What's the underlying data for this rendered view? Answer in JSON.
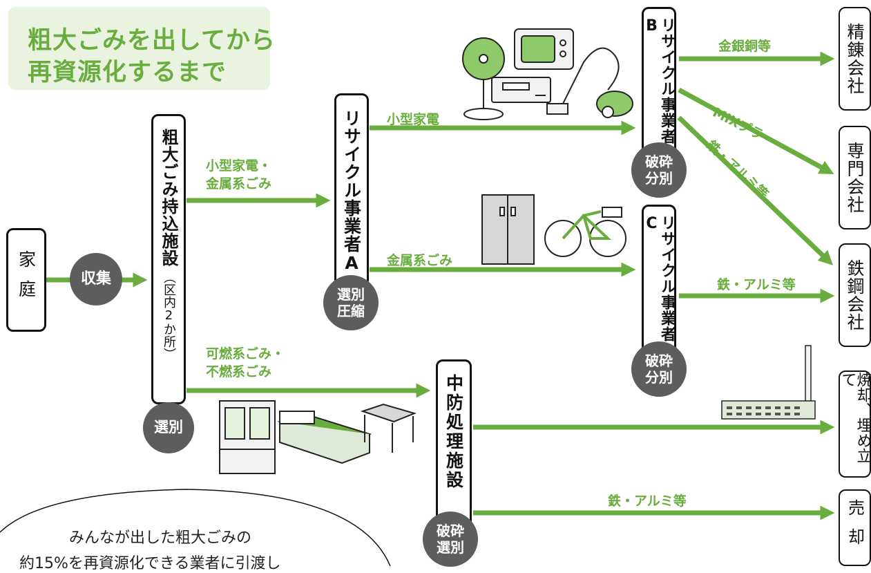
{
  "title": {
    "line1": "粗大ごみを出してから",
    "line2": "再資源化するまで"
  },
  "nodes": {
    "home": "家庭",
    "facility": "粗大ごみ持込施設",
    "facility_note": "（区内2か所）",
    "recycler_a": "リサイクル事業者A",
    "recycler_b": "リサイクル事業者B",
    "recycler_c": "リサイクル事業者C",
    "chubo": "中防処理施設",
    "smelting": "精錬会社",
    "specialist": "専門会社",
    "steel": "鉄鋼会社",
    "incinerate": "焼却、埋め立て",
    "sale": "売却"
  },
  "process": {
    "collect": "収集",
    "select": "選別",
    "select_compress": [
      "選別",
      "圧縮"
    ],
    "crush_sort": [
      "破砕",
      "分別"
    ],
    "crush_select": [
      "破砕",
      "選別"
    ]
  },
  "flows": {
    "small_metal": [
      "小型家電・",
      "金属系ごみ"
    ],
    "burnable": [
      "可燃系ごみ・",
      "不燃系ごみ"
    ],
    "small_appliances": "小型家電",
    "metal_waste": "金属系ごみ",
    "precious": "金銀銅等",
    "mix_plastic": "MIXプラ",
    "iron_al_b": "鉄・アルミ等",
    "iron_al_c": "鉄・アルミ等",
    "iron_al_chubo": "鉄・アルミ等"
  },
  "bubble": {
    "line1": "みんなが出した粗大ごみの",
    "line2": "約15%を再資源化できる業者に引渡し"
  },
  "colors": {
    "accent": "#6aad3f",
    "circle": "#5d5d5d",
    "title_bg": "#e9f3e0"
  },
  "illustrations": [
    "fan-icon",
    "tv-icon",
    "vcr-icon",
    "vacuum-icon",
    "locker-icon",
    "bicycle-icon",
    "cabinet-icon",
    "bed-icon",
    "table-icon",
    "factory-icon"
  ]
}
